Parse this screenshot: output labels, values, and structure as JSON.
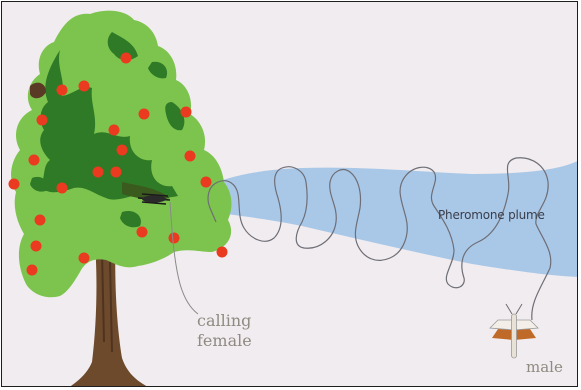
{
  "labels": {
    "plume": "Pheromone plume",
    "female_line1": "calling",
    "female_line2": "female",
    "male": "male"
  },
  "colors": {
    "background": "#f1ecef",
    "plume": "#a9c8e8",
    "foliage_light": "#7dc44e",
    "foliage_dark": "#2f7a26",
    "fruit": "#ea3a1f",
    "trunk": "#6e4a2c",
    "frame": "#1e1e1e"
  },
  "icons": {
    "tree": "apple-tree-illustration",
    "female": "female-moth-icon",
    "male": "male-moth-icon",
    "flight_path": "zigzag-flight-path"
  }
}
